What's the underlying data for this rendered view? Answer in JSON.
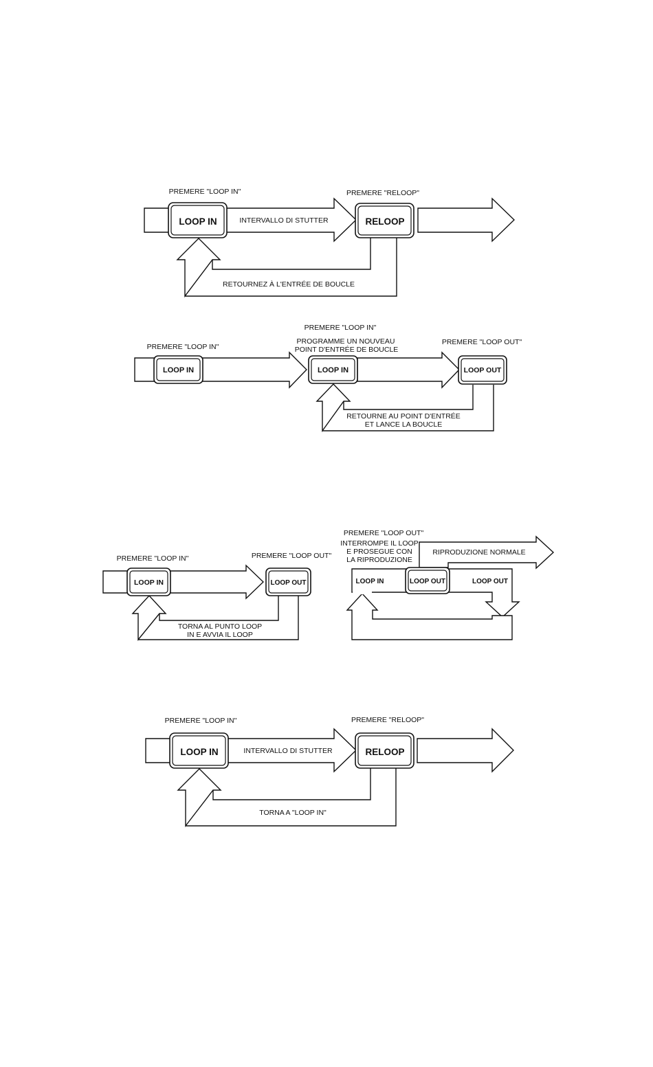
{
  "d1": {
    "press_loop_in": "PREMERE \"LOOP IN\"",
    "press_reloop": "PREMERE \"RELOOP\"",
    "btn_loop_in": "LOOP IN",
    "btn_reloop": "RELOOP",
    "stutter": "INTERVALLO DI STUTTER",
    "return": "RETOURNEZ À L'ENTRÉE DE BOUCLE"
  },
  "d2": {
    "press_loop_in_a": "PREMERE \"LOOP IN\"",
    "press_loop_in_b": "PREMERE \"LOOP IN\"",
    "new_point_1": "PROGRAMME UN NOUVEAU",
    "new_point_2": "POINT D'ENTRÉE DE BOUCLE",
    "press_loop_out": "PREMERE \"LOOP OUT\"",
    "btn_loop_in_a": "LOOP IN",
    "btn_loop_in_b": "LOOP IN",
    "btn_loop_out": "LOOP OUT",
    "return_1": "RETOURNE AU POINT D'ENTRÉE",
    "return_2": "ET LANCE LA BOUCLE"
  },
  "d3": {
    "press_loop_in": "PREMERE \"LOOP IN\"",
    "press_loop_out": "PREMERE \"LOOP OUT\"",
    "btn_loop_in": "LOOP IN",
    "btn_loop_out": "LOOP OUT",
    "return_1": "TORNA AL PUNTO LOOP",
    "return_2": "IN E AVVIA IL LOOP"
  },
  "d4": {
    "press_loop_out": "PREMERE \"LOOP OUT\"",
    "stop_1": "INTERROMPE IL LOOP",
    "stop_2": "E PROSEGUE CON",
    "stop_3": "LA RIPRODUZIONE",
    "normal": "RIPRODUZIONE NORMALE",
    "loop_in": "LOOP IN",
    "btn_loop_out": "LOOP OUT",
    "loop_out": "LOOP OUT"
  },
  "d5": {
    "press_loop_in": "PREMERE \"LOOP IN\"",
    "press_reloop": "PREMERE \"RELOOP\"",
    "btn_loop_in": "LOOP IN",
    "btn_reloop": "RELOOP",
    "stutter": "INTERVALLO DI STUTTER",
    "return": "TORNA A \"LOOP IN\""
  }
}
